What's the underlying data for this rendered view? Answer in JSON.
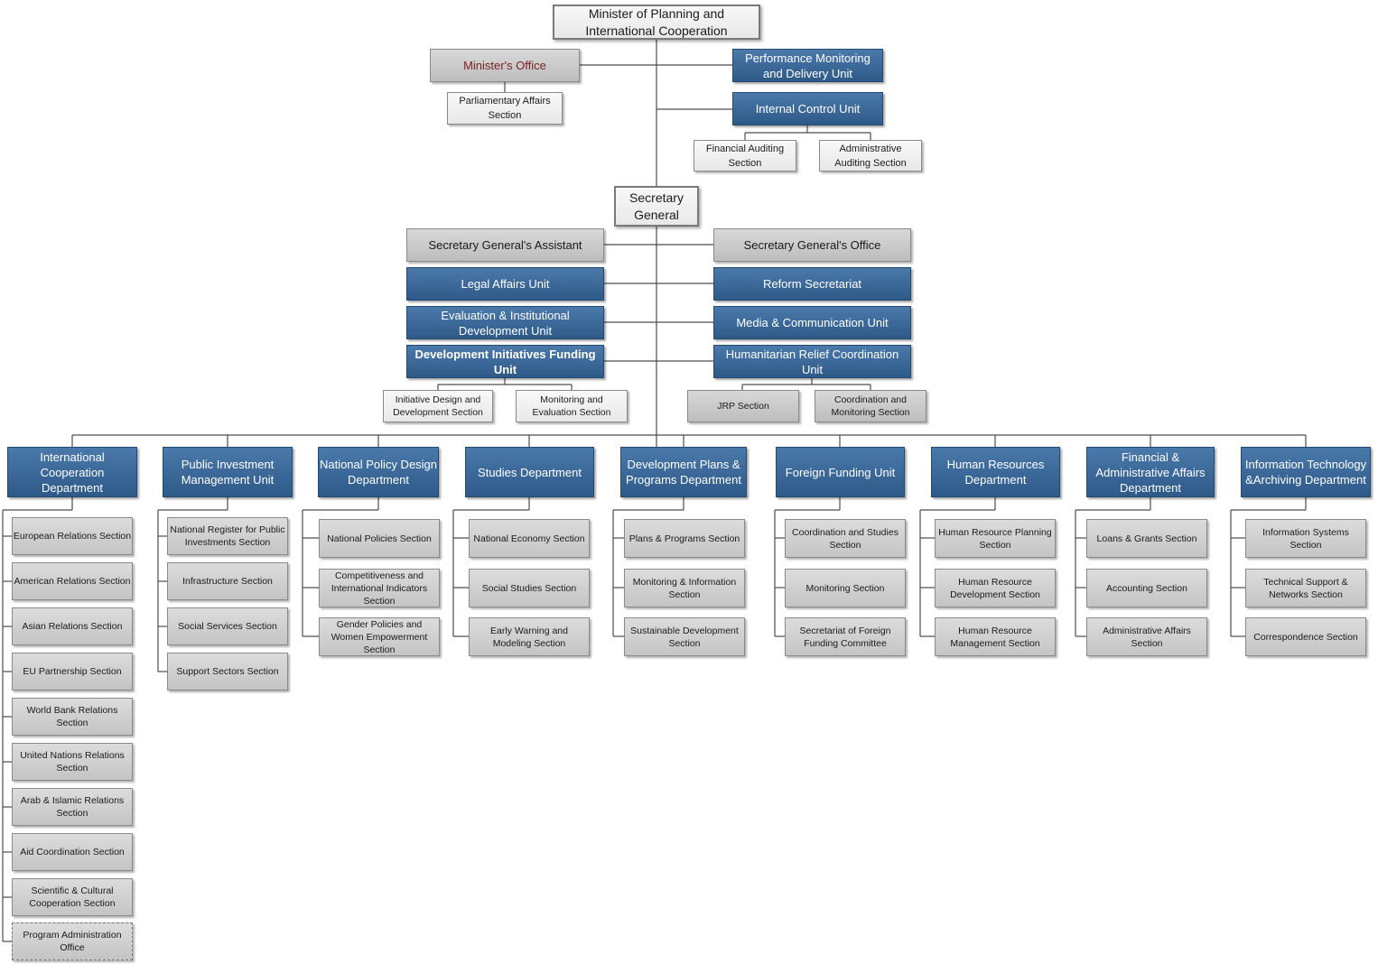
{
  "org": {
    "minister": "Minister of Planning and\nInternational Cooperation",
    "ministers_office": "Minister's Office",
    "parliamentary_affairs": "Parliamentary Affairs\nSection",
    "performance_monitoring": "Performance Monitoring\nand Delivery Unit",
    "internal_control": "Internal Control Unit",
    "financial_auditing": "Financial Auditing\nSection",
    "administrative_auditing": "Administrative\nAuditing Section",
    "secretary_general": "Secretary\nGeneral",
    "sg_assistant": "Secretary General's Assistant",
    "sg_office": "Secretary General's Office",
    "legal_affairs": "Legal Affairs Unit",
    "reform_secretariat": "Reform Secretariat",
    "evaluation_unit": "Evaluation & Institutional\nDevelopment Unit",
    "media_unit": "Media & Communication Unit",
    "dev_initiatives": "Development Initiatives Funding\nUnit",
    "humanitarian_relief": "Humanitarian Relief Coordination\nUnit",
    "initiative_design": "Initiative Design and\nDevelopment Section",
    "monitoring_evaluation": "Monitoring and\nEvaluation Section",
    "jrp_section": "JRP Section",
    "coordination_monitoring": "Coordination and\nMonitoring Section"
  },
  "departments": [
    {
      "name": "International\nCooperation\nDepartment",
      "sections": [
        "European Relations Section",
        "American Relations Section",
        "Asian Relations Section",
        "EU Partnership Section",
        "World Bank Relations\nSection",
        "United Nations Relations\nSection",
        "Arab & Islamic Relations\nSection",
        "Aid Coordination Section",
        "Scientific & Cultural\nCooperation Section"
      ],
      "extra": "Program Administration\nOffice"
    },
    {
      "name": "Public Investment\nManagement Unit",
      "sections": [
        "National Register for Public\nInvestments Section",
        "Infrastructure Section",
        "Social Services Section",
        "Support Sectors Section"
      ]
    },
    {
      "name": "National Policy Design\nDepartment",
      "sections": [
        "National Policies Section",
        "Competitiveness and\nInternational Indicators\nSection",
        "Gender Policies and\nWomen Empowerment\nSection"
      ]
    },
    {
      "name": "Studies Department",
      "sections": [
        "National Economy Section",
        "Social Studies Section",
        "Early Warning  and\nModeling Section"
      ]
    },
    {
      "name": "Development Plans &\nPrograms Department",
      "sections": [
        "Plans & Programs Section",
        "Monitoring & Information\nSection",
        "Sustainable Development\nSection"
      ]
    },
    {
      "name": "Foreign Funding Unit",
      "sections": [
        "Coordination and Studies\nSection",
        "Monitoring Section",
        "Secretariat of Foreign\nFunding Committee"
      ]
    },
    {
      "name": "Human Resources\nDepartment",
      "sections": [
        "Human Resource Planning\nSection",
        "Human Resource\nDevelopment Section",
        "Human Resource\nManagement Section"
      ]
    },
    {
      "name": "Financial &\nAdministrative Affairs\nDepartment",
      "sections": [
        "Loans & Grants Section",
        "Accounting Section",
        "Administrative Affairs\nSection"
      ]
    },
    {
      "name": "Information Technology\n&Archiving Department",
      "sections": [
        "Information Systems\nSection",
        "Technical Support &\nNetworks Section",
        "Correspondence Section"
      ]
    }
  ],
  "colors": {
    "unit_blue": "#2e5a88",
    "box_gray": "#c8c8c8",
    "minister_office_text": "#7a1f1f",
    "connector": "#4d4d4d"
  }
}
